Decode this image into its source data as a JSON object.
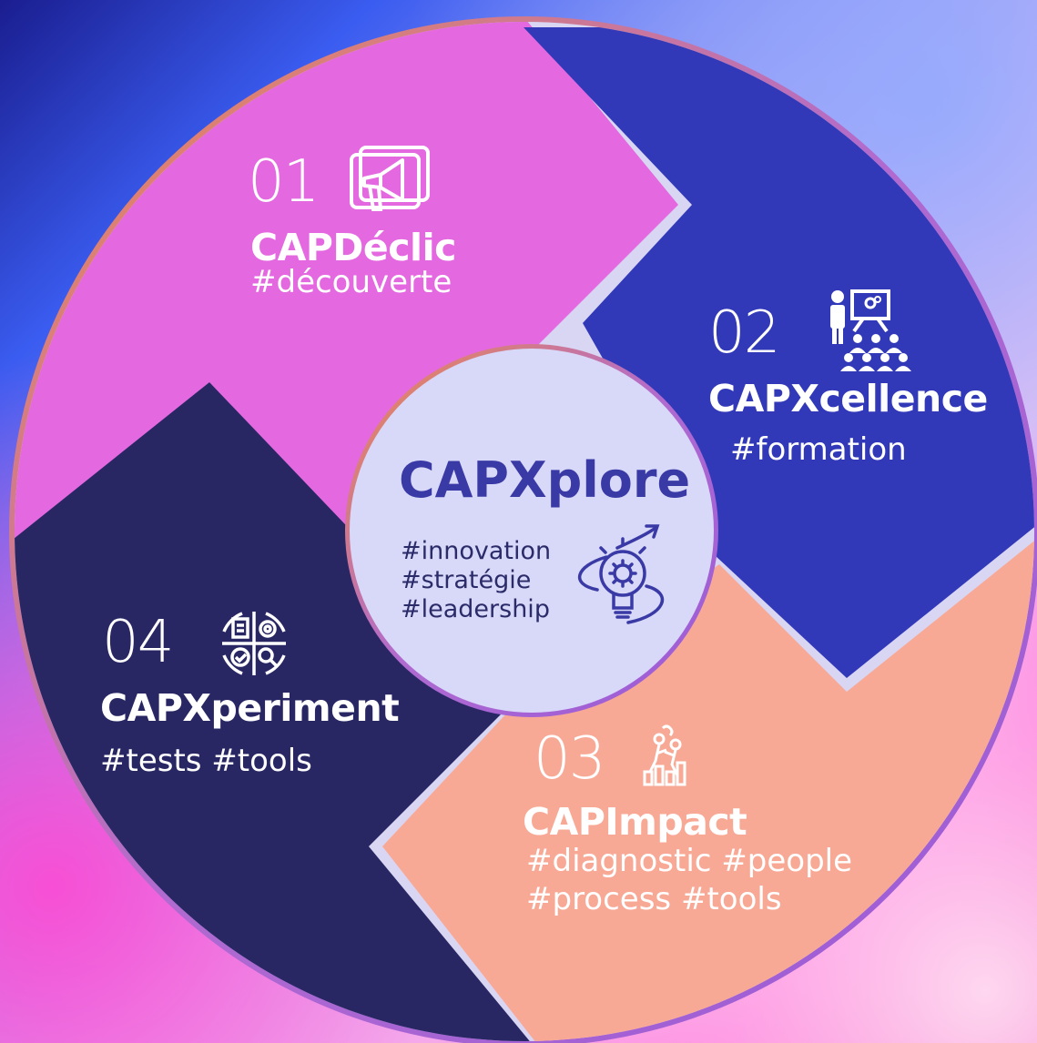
{
  "center": {
    "title": "CAPXplore",
    "tags": [
      "#innovation",
      "#stratégie",
      "#leadership"
    ],
    "icon": "lightbulb-gear-icon"
  },
  "steps": [
    {
      "number": "01",
      "name": "CAPDéclic",
      "tags": [
        "#découverte"
      ],
      "icon": "megaphone-icon",
      "color": "#e468df"
    },
    {
      "number": "02",
      "name": "CAPXcellence",
      "tags": [
        "#formation"
      ],
      "icon": "presentation-audience-icon",
      "color": "#3239b8"
    },
    {
      "number": "03",
      "name": "CAPImpact",
      "tags": [
        "#diagnostic #people",
        "#process #tools"
      ],
      "icon": "people-climbing-chart-icon",
      "color": "#f8a996"
    },
    {
      "number": "04",
      "name": "CAPXperiment",
      "tags": [
        "#tests #tools"
      ],
      "icon": "cycle-analysis-icon",
      "color": "#282764"
    }
  ],
  "colors": {
    "ring": "#d9d6f4",
    "center_fill": "#d8d8f8",
    "center_text": "#3a3aa6"
  }
}
